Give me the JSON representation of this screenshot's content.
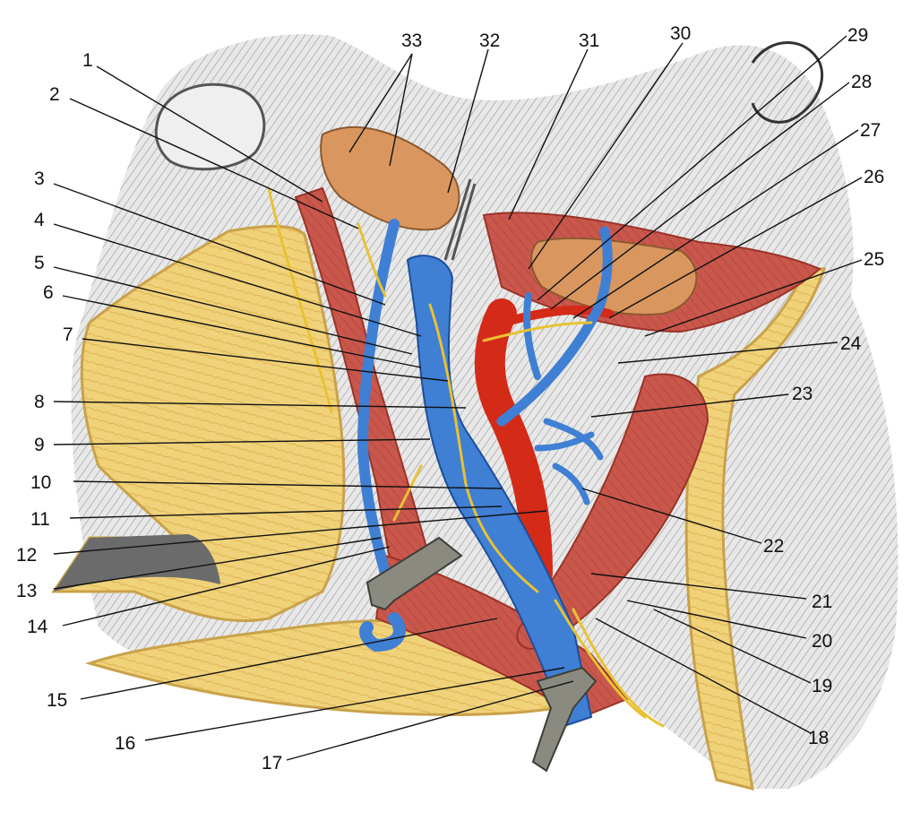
{
  "figure": {
    "colors": {
      "skin_shade": "#d2d2d2",
      "fascia": "#f0d27a",
      "fascia_edge": "#c9a24a",
      "muscle": "#c9574c",
      "muscle_dark": "#9b3329",
      "gland": "#d9975f",
      "vein": "#3f7fd4",
      "artery": "#d42a18",
      "nerve": "#e8c233",
      "clamp": "#8a8a80"
    },
    "labels": [
      {
        "id": "label-1",
        "text": "1"
      },
      {
        "id": "label-2",
        "text": "2"
      },
      {
        "id": "label-3",
        "text": "3"
      },
      {
        "id": "label-4",
        "text": "4"
      },
      {
        "id": "label-5",
        "text": "5"
      },
      {
        "id": "label-6",
        "text": "6"
      },
      {
        "id": "label-7",
        "text": "7"
      },
      {
        "id": "label-8",
        "text": "8"
      },
      {
        "id": "label-9",
        "text": "9"
      },
      {
        "id": "label-10",
        "text": "10"
      },
      {
        "id": "label-11",
        "text": "11"
      },
      {
        "id": "label-12",
        "text": "12"
      },
      {
        "id": "label-13",
        "text": "13"
      },
      {
        "id": "label-14",
        "text": "14"
      },
      {
        "id": "label-15",
        "text": "15"
      },
      {
        "id": "label-16",
        "text": "16"
      },
      {
        "id": "label-17",
        "text": "17"
      },
      {
        "id": "label-18",
        "text": "18"
      },
      {
        "id": "label-19",
        "text": "19"
      },
      {
        "id": "label-20",
        "text": "20"
      },
      {
        "id": "label-21",
        "text": "21"
      },
      {
        "id": "label-22",
        "text": "22"
      },
      {
        "id": "label-23",
        "text": "23"
      },
      {
        "id": "label-24",
        "text": "24"
      },
      {
        "id": "label-25",
        "text": "25"
      },
      {
        "id": "label-26",
        "text": "26"
      },
      {
        "id": "label-27",
        "text": "27"
      },
      {
        "id": "label-28",
        "text": "28"
      },
      {
        "id": "label-29",
        "text": "29"
      },
      {
        "id": "label-30",
        "text": "30"
      },
      {
        "id": "label-31",
        "text": "31"
      },
      {
        "id": "label-32",
        "text": "32"
      },
      {
        "id": "label-33",
        "text": "33"
      }
    ]
  }
}
